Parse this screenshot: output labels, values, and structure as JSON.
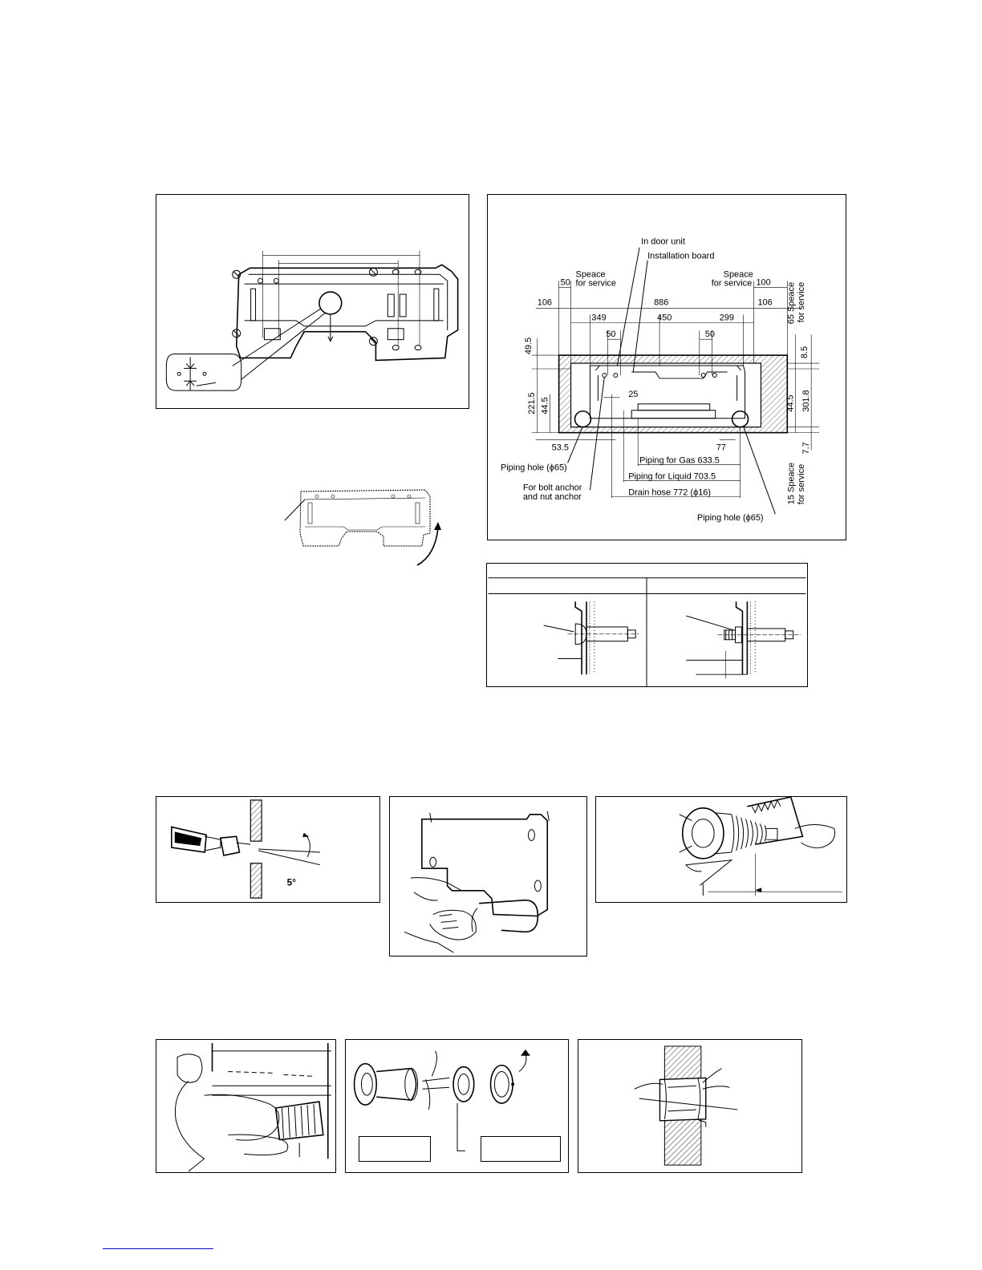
{
  "layout_diagram": {
    "labels": {
      "indoor_unit": "In door unit",
      "installation_board": "Installation board",
      "space_service_left_1": "Speace",
      "space_service_left_2": "for service",
      "space_service_right_1": "Speace",
      "space_service_right_2": "for service",
      "space_65": "65 Speace",
      "for_service_65": "for service",
      "space_15": "15 Speace",
      "for_service_15": "for service",
      "piping_hole_left": "Piping hole (ϕ65)",
      "bolt_anchor_1": "For bolt anchor",
      "bolt_anchor_2": "and nut anchor",
      "piping_gas": "Piping for Gas 633.5",
      "piping_liquid": "Piping for Liquid 703.5",
      "drain_hose": "Drain hose 772 (ϕ16)",
      "piping_hole_right": "Piping hole (ϕ65)"
    },
    "dims": {
      "d50_left": "50",
      "d100_right": "100",
      "d106_left": "106",
      "d886": "886",
      "d106_right": "106",
      "d349": "349",
      "d450": "450",
      "d299": "299",
      "d50_a": "50",
      "d50_b": "50",
      "d49_5": "49.5",
      "d221_5": "221.5",
      "d44_5_left": "44.5",
      "d25": "25",
      "d8_5": "8.5",
      "d44_5_right": "44.5",
      "d301_8": "301.8",
      "d7_7": "7.7",
      "d53_5": "53.5",
      "d77": "77"
    }
  },
  "drill_figure": {
    "angle": "5°"
  }
}
